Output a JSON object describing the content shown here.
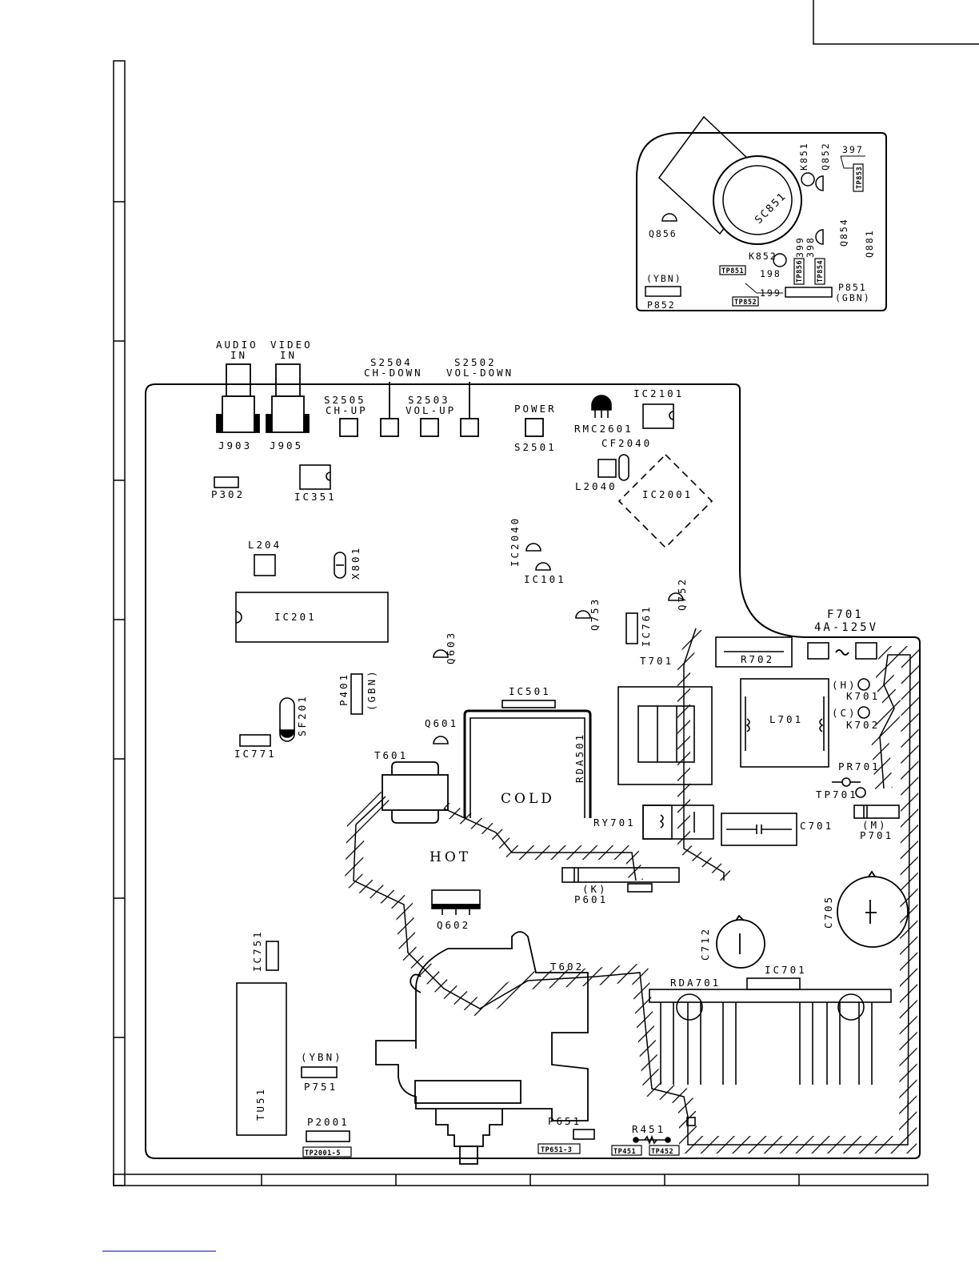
{
  "remote_board": {
    "labels": {
      "k851": "K851",
      "q852": "Q852",
      "r397": "397",
      "tp853": "TP853",
      "sc851": "SC851",
      "q856": "Q856",
      "q854": "Q854",
      "q881": "Q881",
      "k852": "K852",
      "r399": "399",
      "r398": "398",
      "tp856": "TP856",
      "tp854": "TP854",
      "tp851": "TP851",
      "r198": "198",
      "ybn": "(YBN)",
      "p852": "P852",
      "tp852": "TP852",
      "r199": "199",
      "p851": "P851",
      "gbn": "(GBN)"
    }
  },
  "main_board": {
    "labels": {
      "audio_in": "AUDIO",
      "audio_in2": "IN",
      "video_in": "VIDEO",
      "video_in2": "IN",
      "s2504": "S2504",
      "ch_down": "CH-DOWN",
      "s2502": "S2502",
      "vol_down": "VOL-DOWN",
      "s2505": "S2505",
      "ch_up": "CH-UP",
      "s2503": "S2503",
      "vol_up": "VOL-UP",
      "power": "POWER",
      "s2501": "S2501",
      "rmc2601": "RMC2601",
      "ic2101": "IC2101",
      "cf2040": "CF2040",
      "l2040": "L2040",
      "ic2001": "IC2001",
      "j903": "J903",
      "j905": "J905",
      "p302": "P302",
      "ic351": "IC351",
      "l204": "L204",
      "x801": "X801",
      "ic2040": "IC2040",
      "ic101": "IC101",
      "q752": "Q752",
      "q753": "Q753",
      "ic761": "IC761",
      "ic201": "IC201",
      "q603": "Q603",
      "f701": "F701",
      "f701_rating": "4A-125V",
      "r702": "R702",
      "t701": "T701",
      "p401": "P401",
      "p401_gbn": "(GBN)",
      "ic501": "IC501",
      "h": "(H)",
      "k701": "K701",
      "c": "(C)",
      "k702": "K702",
      "l701": "L701",
      "sf201": "SF201",
      "q601": "Q601",
      "rda501": "RDA501",
      "ic771": "IC771",
      "t601": "T601",
      "cold": "COLD",
      "pr701": "PR701",
      "tp701": "TP701",
      "ry701": "RY701",
      "c701": "C701",
      "m": "(M)",
      "p701": "P701",
      "hot": "HOT",
      "k": "(K)",
      "p601": "P601",
      "q602": "Q602",
      "c705": "C705",
      "c712": "C712",
      "ic751": "IC751",
      "t602": "T602",
      "ic701": "IC701",
      "rda701": "RDA701",
      "tu51": "TU51",
      "ybn": "(YBN)",
      "p751": "P751",
      "p2001": "P2001",
      "tp2001": "TP2001-5",
      "p651": "P651",
      "tp651": "TP651-3",
      "r451": "R451",
      "tp451": "TP451",
      "tp452": "TP452"
    }
  }
}
